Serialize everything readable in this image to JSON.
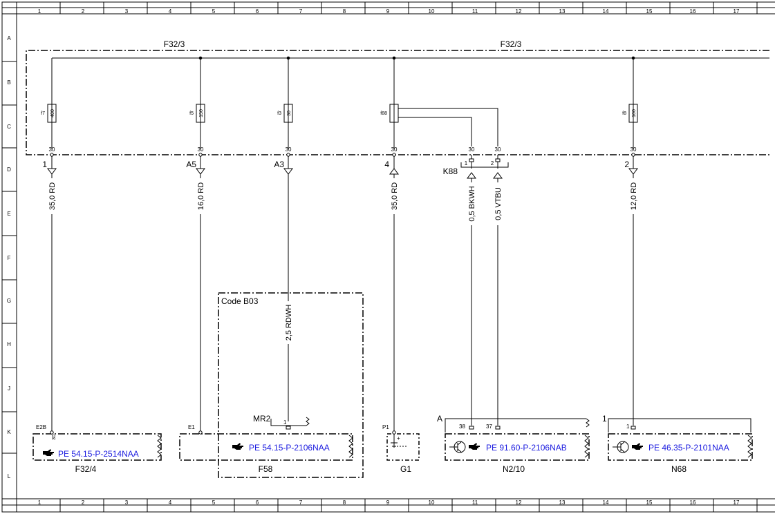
{
  "grid": {
    "columns": [
      "1",
      "2",
      "3",
      "4",
      "5",
      "6",
      "7",
      "8",
      "9",
      "10",
      "11",
      "12",
      "13",
      "14",
      "15",
      "16",
      "17"
    ],
    "rows": [
      "A",
      "B",
      "C",
      "D",
      "E",
      "F",
      "G",
      "H",
      "J",
      "K",
      "L"
    ]
  },
  "fuse_box": {
    "label_left": "F32/3",
    "label_right": "F32/3"
  },
  "fuses": [
    {
      "id": "f7",
      "rating": "400",
      "terminal": "30",
      "connector": "1"
    },
    {
      "id": "f5",
      "rating": "150",
      "terminal": "30",
      "connector": "A5"
    },
    {
      "id": "f3",
      "rating": "30",
      "terminal": "30",
      "connector": "A3"
    },
    {
      "id": "f88",
      "terminal": "30",
      "connector": "4"
    },
    {
      "id": "f8",
      "rating": "100",
      "terminal": "30",
      "connector": "2"
    }
  ],
  "relay": {
    "label": "K88",
    "pin1": "1",
    "pin2": "2",
    "terminal_a": "30",
    "terminal_b": "30"
  },
  "wires": [
    {
      "label": "35,0 RD"
    },
    {
      "label": "16,0 RD"
    },
    {
      "label": "2,5 RDWH"
    },
    {
      "label": "35,0 RD"
    },
    {
      "label": "0,5 BKWH"
    },
    {
      "label": "0,5 VTBU"
    },
    {
      "label": "12,0 RD"
    }
  ],
  "code_box": {
    "label": "Code B03"
  },
  "components": [
    {
      "name": "F32/4",
      "pin": "E2B",
      "terminal": "30",
      "ref": "PE 54.15-P-2514NAA"
    },
    {
      "name": "",
      "pin": "E1"
    },
    {
      "name": "F58",
      "pin": "MR2",
      "pin_num": "1",
      "ref": "PE 54.15-P-2106NAA"
    },
    {
      "name": "G1",
      "pin": "P1",
      "plus": "+"
    },
    {
      "name": "N2/10",
      "pin": "A",
      "pin_a": "38",
      "pin_b": "37",
      "ref": "PE 91.60-P-2106NAB"
    },
    {
      "name": "N68",
      "pin": "1",
      "pin_num": "1",
      "ref": "PE 46.35-P-2101NAA"
    }
  ],
  "colors": {
    "line": "#000000",
    "reference_text": "#1a1adf"
  }
}
